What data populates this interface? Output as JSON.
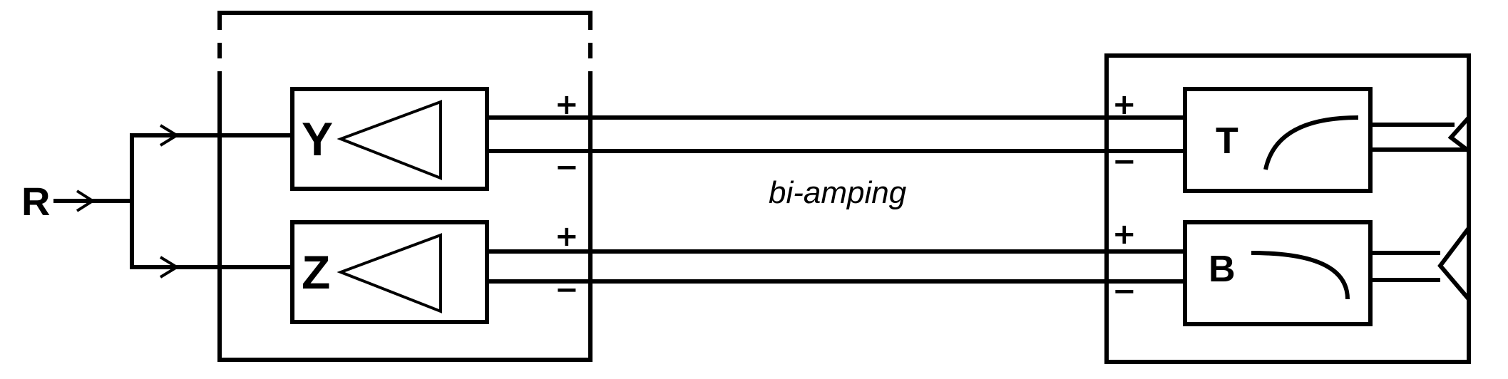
{
  "input": {
    "label": "R"
  },
  "amplifiers": [
    {
      "label": "Y",
      "plus": "+",
      "minus": "−"
    },
    {
      "label": "Z",
      "plus": "+",
      "minus": "−"
    }
  ],
  "crossovers": [
    {
      "label": "T",
      "plus": "+",
      "minus": "−"
    },
    {
      "label": "B",
      "plus": "+",
      "minus": "−"
    }
  ],
  "caption": "bi-amping"
}
